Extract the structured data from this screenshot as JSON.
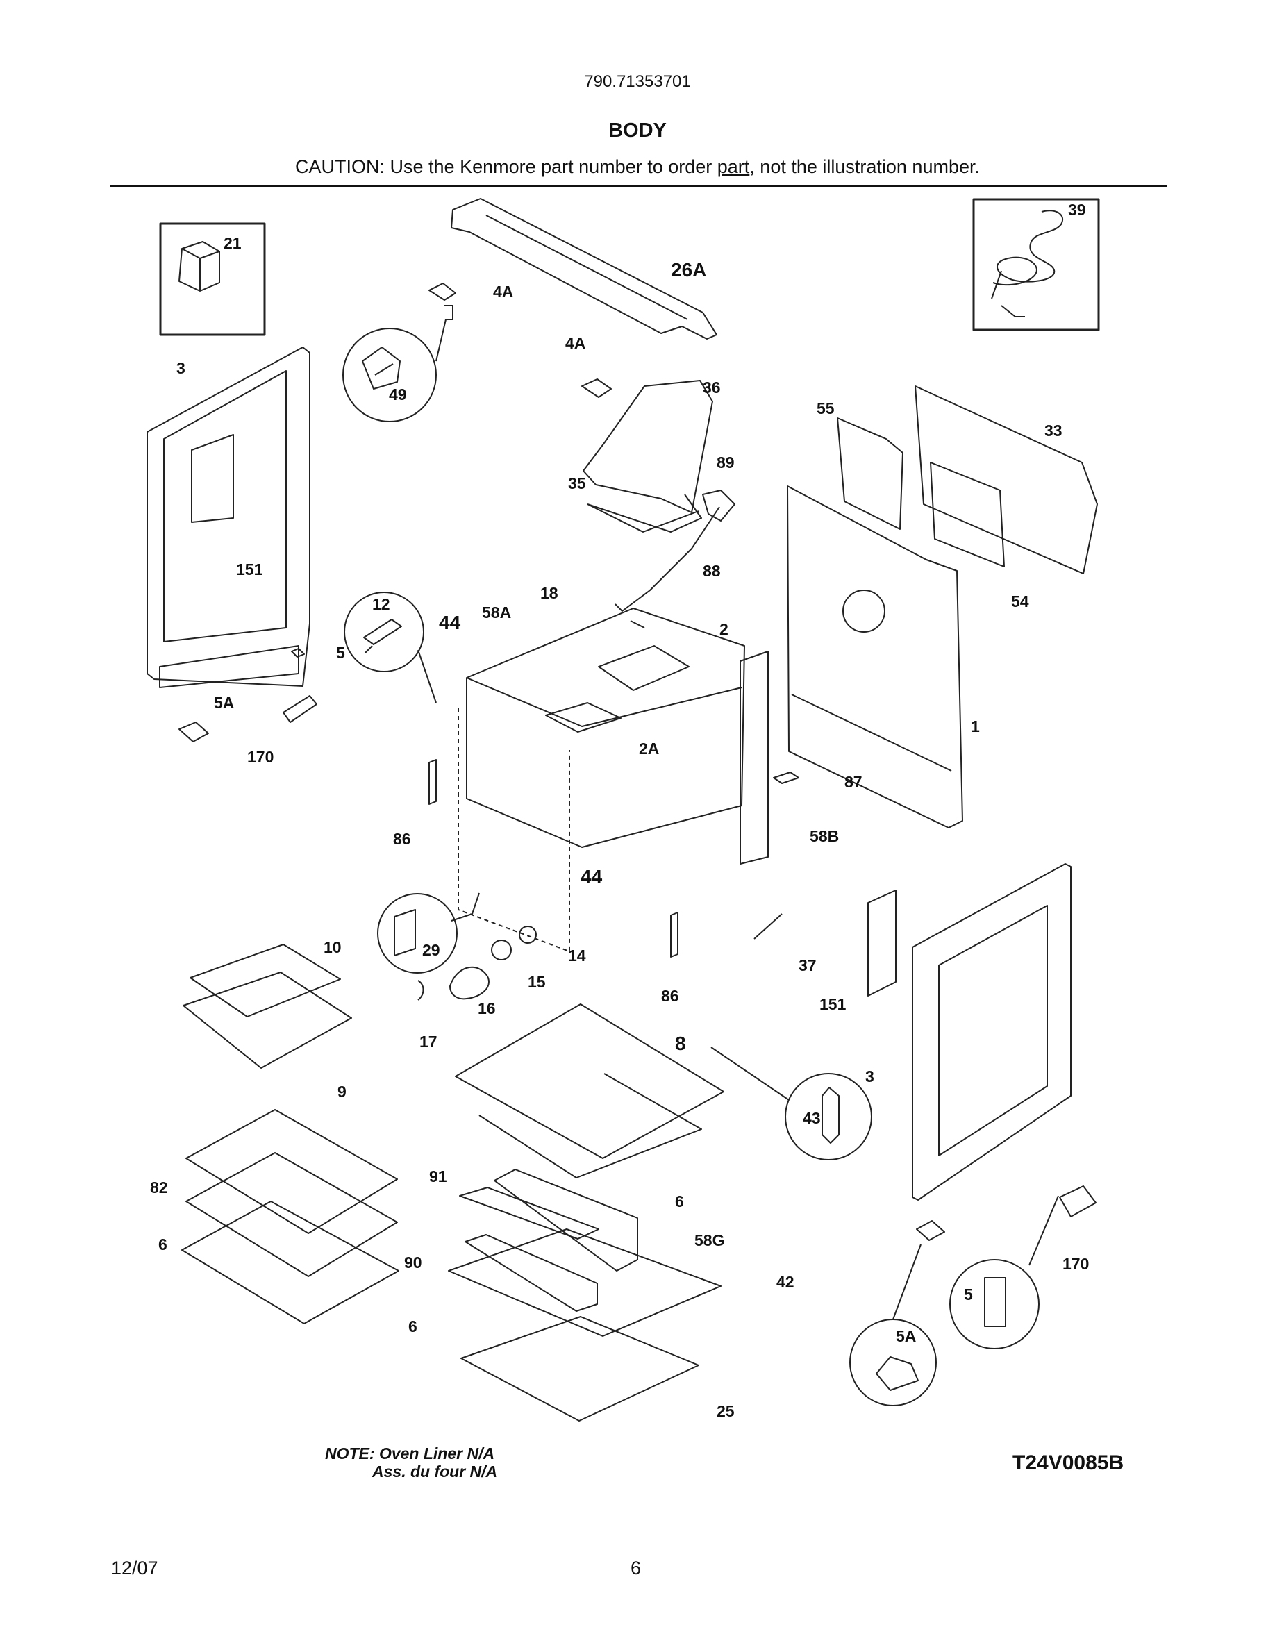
{
  "header": {
    "model_number": "790.71353701",
    "section_title": "BODY",
    "caution_prefix": "CAUTION: Use the Kenmore part number to order ",
    "caution_underlined": "part",
    "caution_suffix": ", not the illustration number."
  },
  "diagram": {
    "callouts": [
      "21",
      "26A",
      "39",
      "4A",
      "4A",
      "49",
      "3",
      "36",
      "55",
      "33",
      "35",
      "89",
      "151",
      "88",
      "54",
      "12",
      "44",
      "58A",
      "18",
      "2",
      "5",
      "5A",
      "170",
      "2A",
      "1",
      "87",
      "86",
      "58B",
      "44",
      "10",
      "29",
      "14",
      "15",
      "37",
      "151",
      "16",
      "86",
      "17",
      "8",
      "9",
      "3",
      "43",
      "91",
      "6",
      "82",
      "58G",
      "6",
      "90",
      "42",
      "170",
      "5",
      "6",
      "5A",
      "25"
    ]
  },
  "notes": {
    "line1": "NOTE: Oven Liner N/A",
    "line2": "Ass. du four N/A"
  },
  "figure_code": "T24V0085B",
  "footer": {
    "date": "12/07",
    "page_number": "6"
  }
}
